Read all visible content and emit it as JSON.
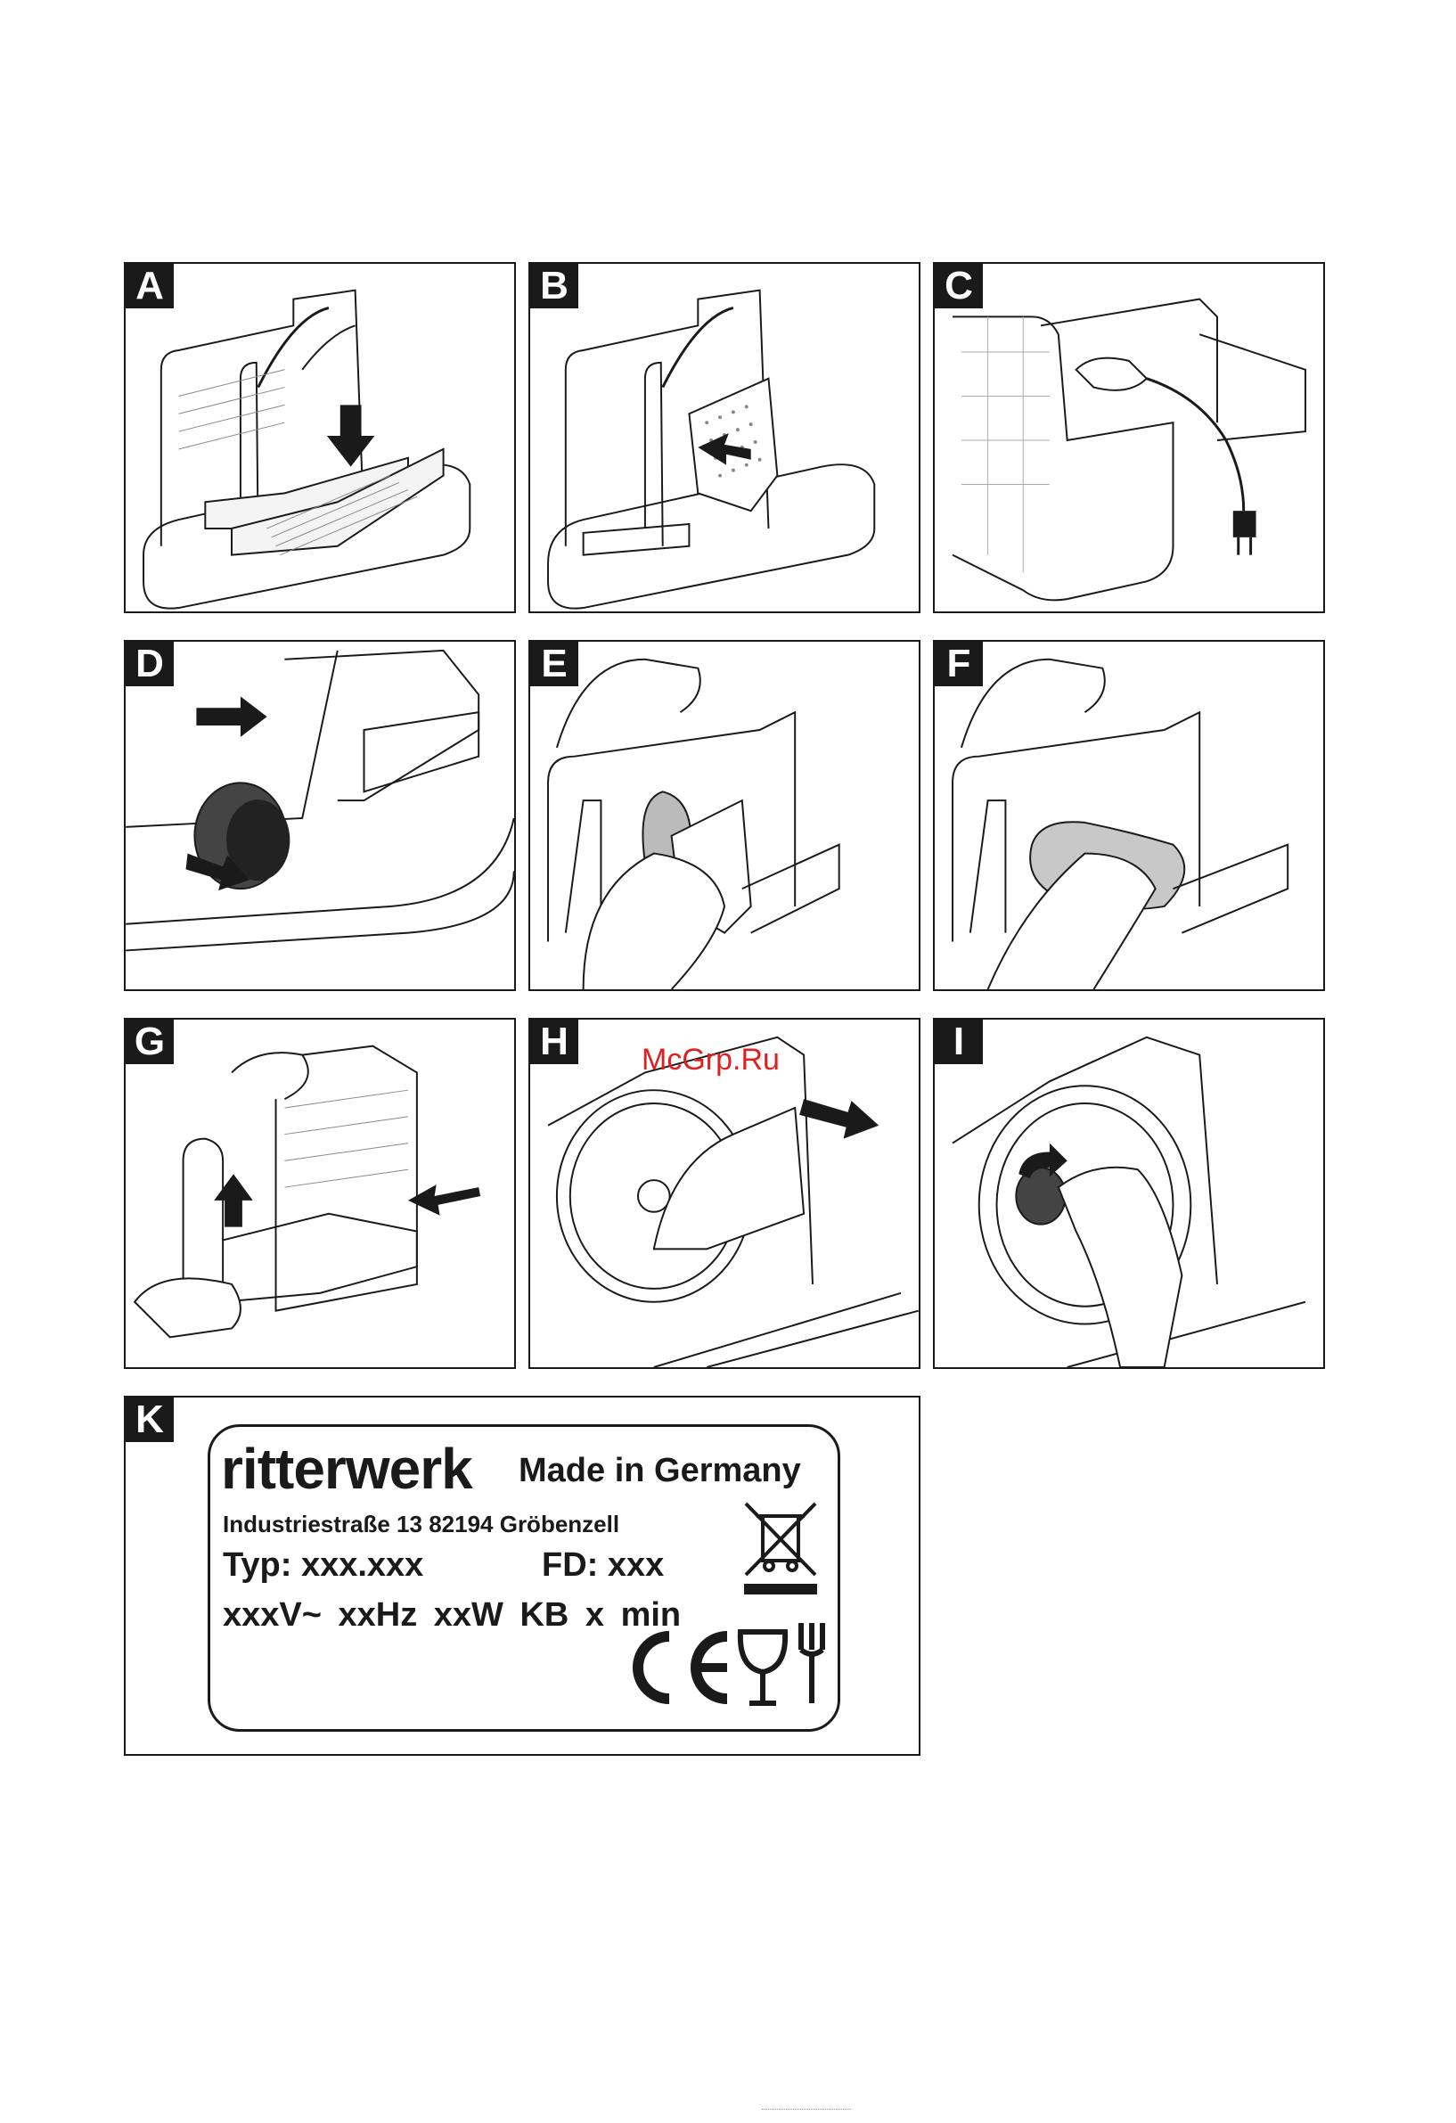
{
  "watermark": "McGrp.Ru",
  "panels": [
    {
      "letter": "A"
    },
    {
      "letter": "B"
    },
    {
      "letter": "C"
    },
    {
      "letter": "D"
    },
    {
      "letter": "E"
    },
    {
      "letter": "F"
    },
    {
      "letter": "G"
    },
    {
      "letter": "H"
    },
    {
      "letter": "I"
    },
    {
      "letter": "K"
    }
  ],
  "label_plate": {
    "brand": "ritterwerk",
    "made_in": "Made in Germany",
    "address": "Industriestraße 13   82194 Gröbenzell",
    "type": "Typ: xxx.xxx",
    "fd": "FD: xxx",
    "electrical": "xxxV~  xxHz  xxW  KB x min"
  },
  "icons": [
    "weee-crossed-bin-icon",
    "ce-mark-icon",
    "food-safe-glass-fork-icon",
    "thickness-dial-icon",
    "arrow-icon",
    "power-plug-icon",
    "hand-icon"
  ]
}
